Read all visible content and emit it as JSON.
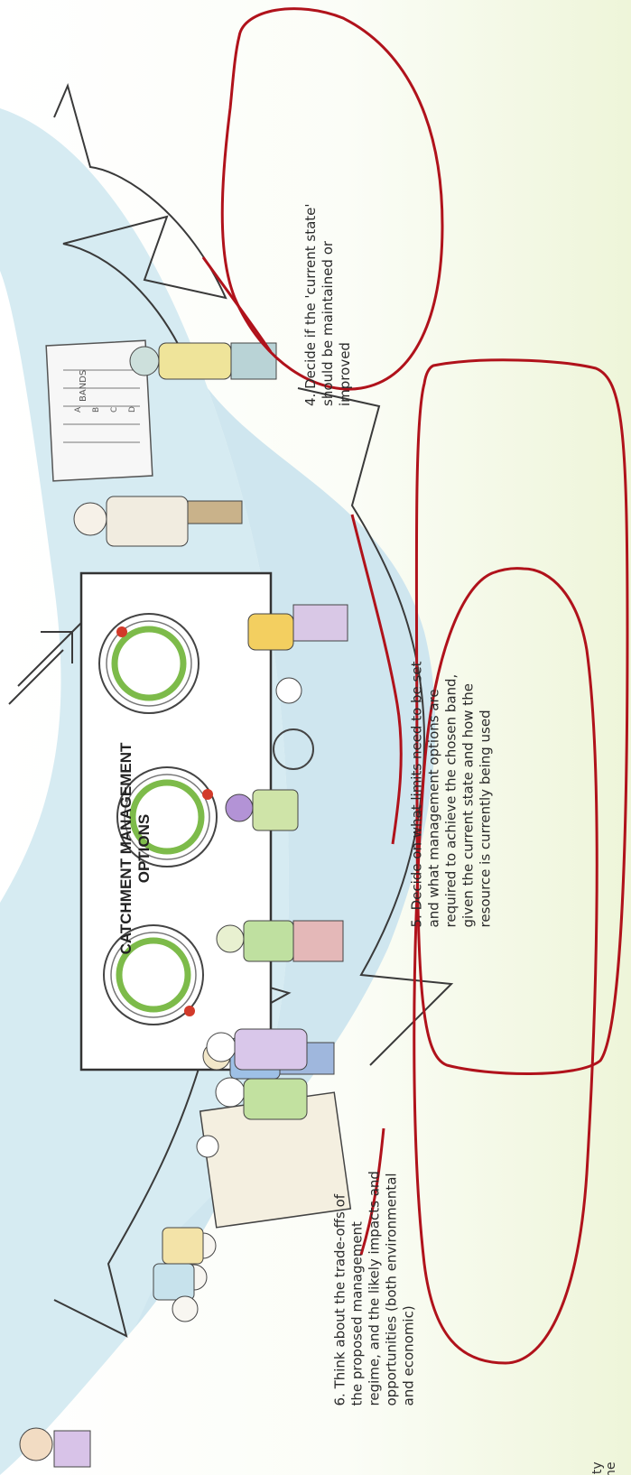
{
  "steps": {
    "step4": {
      "lines": [
        "4. Decide if the 'current state'",
        "should be maintained or",
        "improved"
      ]
    },
    "step5": {
      "lines": [
        "5. Decide on what limits need to be set",
        "and what management options are",
        "required to achieve the chosen band,",
        "given the current state and how the",
        "resource is currently being used"
      ]
    },
    "step6": {
      "lines": [
        "6. Think about the trade-offs of",
        "the proposed management",
        "regime, and the likely impacts and",
        "opportunities (both environmental",
        "and economic)"
      ]
    }
  },
  "board": {
    "title_lines": [
      "CATCHMENT MANAGEMENT",
      "OPTIONS"
    ]
  },
  "chart_sign": {
    "title": "BANDS",
    "letters": [
      "A",
      "B",
      "C",
      "D"
    ]
  },
  "partial_text": [
    "ity",
    "ne"
  ],
  "colors": {
    "water": "#cfe6ef",
    "outline": "#3a3a3a",
    "annotation": "#b0121b",
    "grass": "#e4efc4",
    "ring_green": "#7dbb4a",
    "ring_red": "#d23a2a"
  }
}
